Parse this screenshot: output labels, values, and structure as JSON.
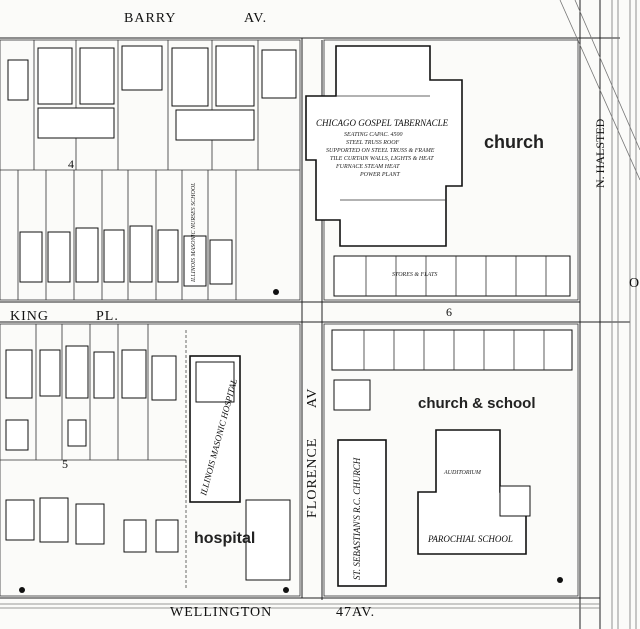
{
  "streets": {
    "barry": "BARRY",
    "barry_suffix": "AV.",
    "king": "KING",
    "king_suffix": "PL.",
    "wellington": "WELLINGTON",
    "wellington_suffix": "47AV.",
    "florence": "FLORENCE",
    "florence_suffix": "AV",
    "halsted": "N. HALSTED",
    "halsted_right": "O"
  },
  "block_numbers": [
    "4",
    "5",
    "6"
  ],
  "buildings": {
    "tabernacle_title": "CHICAGO GOSPEL TABERNACLE",
    "tabernacle_seating": "SEATING CAPAC. 4500",
    "tabernacle_const_1": "STEEL TRUSS ROOF",
    "tabernacle_const_2": "SUPPORTED ON STEEL TRUSS & FRAME",
    "tabernacle_const_3": "TILE CURTAIN WALLS, LIGHTS & HEAT",
    "tabernacle_const_4": "FURNACE STEAM HEAT",
    "tabernacle_const_5": "POWER PLANT",
    "hospital_name": "ILLINOIS MASONIC HOSPITAL",
    "school_small": "ILLINOIS MASONIC NURSES SCHOOL",
    "church_name": "ST. SEBASTIAN'S R.C. CHURCH",
    "parochial_school": "PAROCHIAL SCHOOL",
    "auditorium": "AUDITORIUM",
    "stores": "STORES & FLATS"
  },
  "annotations": {
    "church": "church",
    "church_school": "church & school",
    "hospital": "hospital"
  },
  "annotation_color": "#222222"
}
